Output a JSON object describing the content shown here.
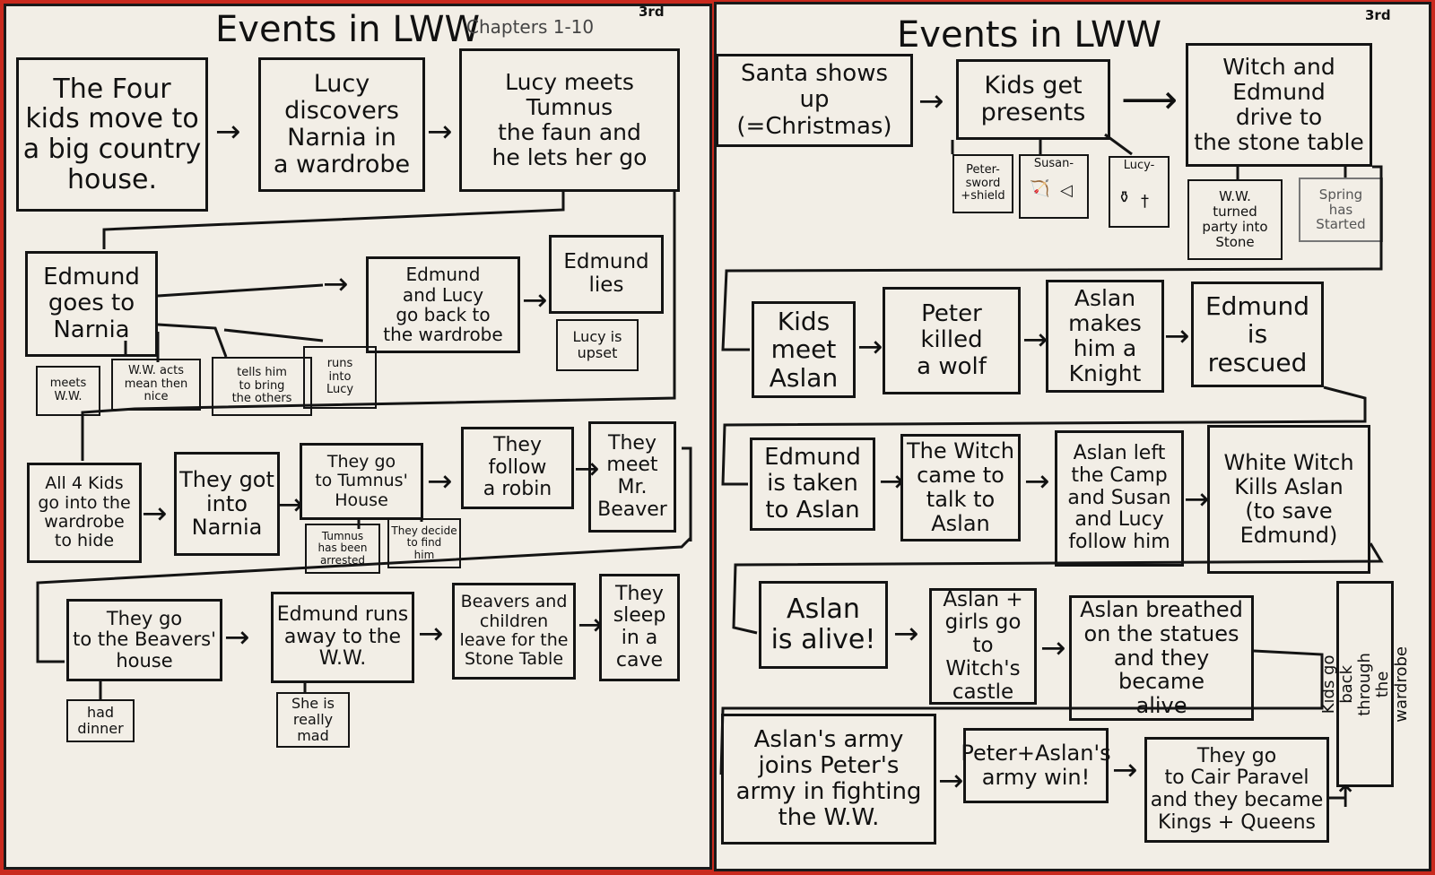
{
  "left": {
    "title": "Events in LWW",
    "subtitle": "Chapters 1-10",
    "grade": "3rd",
    "row1": [
      "The Four\nkids move to\na big country\nhouse.",
      "Lucy\ndiscovers\nNarnia in\na wardrobe",
      "Lucy meets Tumnus\nthe faun and\nhe lets her go"
    ],
    "row2_main": [
      "Edmund\ngoes to\nNarnia",
      "Edmund\nand Lucy\ngo back to\nthe wardrobe",
      "Edmund\nlies"
    ],
    "row2_subs": [
      "meets\nW.W.",
      "W.W. acts\nmean then\nnice",
      "tells him\nto bring\nthe others",
      "runs\ninto\nLucy",
      "Lucy is\nupset"
    ],
    "row3_main": [
      "All 4 Kids\ngo into the\nwardrobe\nto hide",
      "They got\ninto\nNarnia",
      "They go\nto Tumnus'\nHouse",
      "They\nfollow\na robin",
      "They\nmeet\nMr.\nBeaver"
    ],
    "row3_subs": [
      "Tumnus\nhas been\narrested",
      "They decide\nto find\nhim"
    ],
    "row4_main": [
      "They go\nto the Beavers'\nhouse",
      "Edmund runs\naway to the\nW.W.",
      "Beavers and\nchildren\nleave for the\nStone Table",
      "They\nsleep\nin a\ncave"
    ],
    "row4_subs": [
      "had\ndinner",
      "She is\nreally\nmad"
    ]
  },
  "right": {
    "title": "Events in LWW",
    "grade": "3rd",
    "row1_main": [
      "Santa shows\nup (=Christmas)",
      "Kids get\npresents",
      "Witch and\nEdmund\ndrive to\nthe stone table"
    ],
    "row1_subs": [
      "Peter-\nsword\n+shield",
      "Susan-",
      "Lucy-",
      "W.W.\nturned\nparty into\nStone",
      "Spring\nhas\nStarted"
    ],
    "row2": [
      "Kids\nmeet\nAslan",
      "Peter killed\na wolf",
      "Aslan\nmakes\nhim a\nKnight",
      "Edmund\nis\nrescued"
    ],
    "row3": [
      "Edmund\nis taken\nto Aslan",
      "The Witch\ncame to\ntalk to\nAslan",
      "Aslan left\nthe Camp\nand Susan\nand Lucy\nfollow him",
      "White Witch\nKills Aslan\n(to save\nEdmund)"
    ],
    "row4": [
      "Aslan\nis alive!",
      "Aslan +\ngirls go\nto Witch's\ncastle",
      "Aslan breathed\non the statues\nand they became\nalive"
    ],
    "row5": [
      "Aslan's army\njoins Peter's\narmy in fighting\nthe W.W.",
      "Peter+Aslan's\narmy win!",
      "They go\nto Cair Paravel\nand they became\nKings + Queens"
    ],
    "side": "Kids go back\nthrough the wardrobe"
  }
}
